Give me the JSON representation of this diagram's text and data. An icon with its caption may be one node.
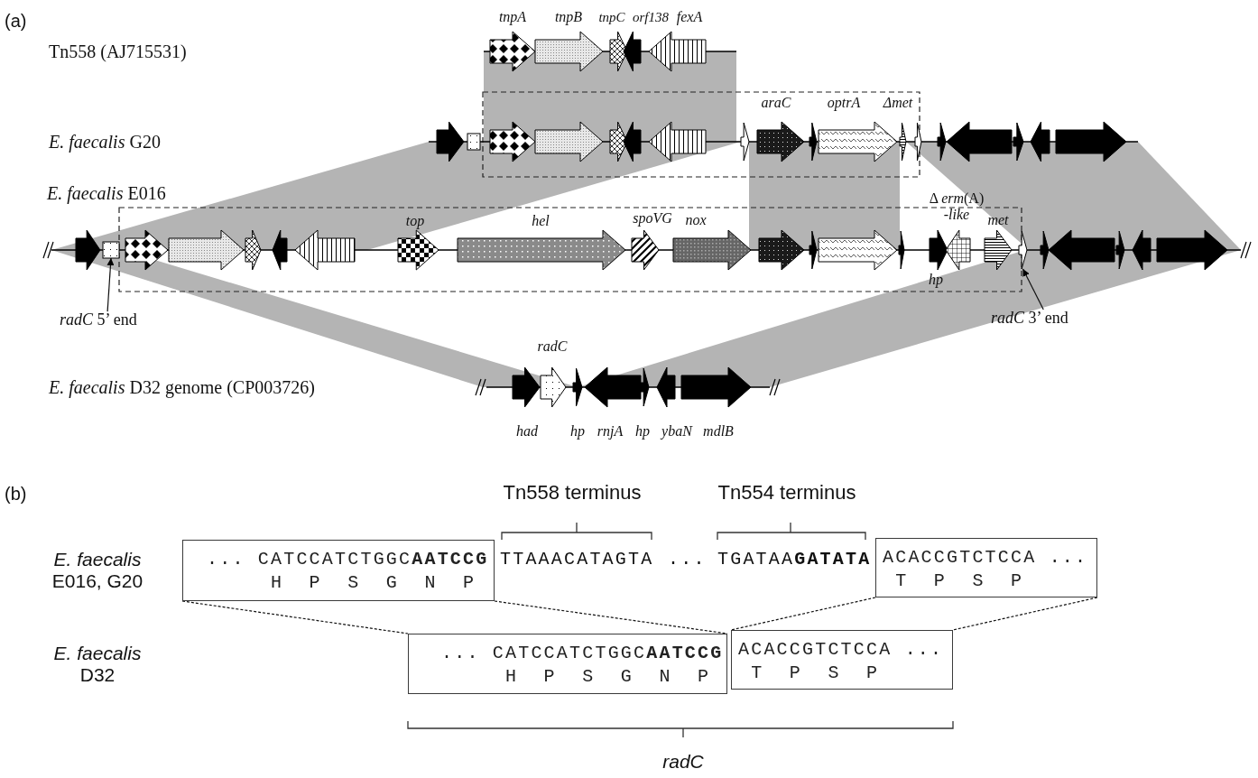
{
  "diagram": {
    "nodes": [
      {
        "text": [],
        "shape": "box"
      },
      {
        "text": [],
        "shape": "arrow"
      },
      {
        "text": [
          "*radC* 5’ end"
        ]
      },
      {
        "text": [
          "*radC* 3’ end"
        ]
      },
      {
        "text": [
          "... CATCCATCTGGC**AATCCG**",
          "H P S G N P"
        ]
      },
      {
        "text": [
          "ACACCGTCTCCA ...",
          "T P S P"
        ]
      },
      {
        "text": [
          "... CATCCATCTGGC**AATCCG**",
          "H P S G N P"
        ]
      },
      {
        "text": [
          "ACACCGTCTCCA ...",
          "T P S P"
        ]
      }
    ],
    "edges": [
      {
        "from": 2,
        "to": 0,
        "arrow": "to"
      },
      {
        "from": 3,
        "to": 1,
        "arrow": "to"
      },
      {
        "from": 4,
        "to": 6,
        "arrow": "none",
        "style": "dashed"
      },
      {
        "from": 4,
        "to": 6,
        "arrow": "none",
        "style": "dashed"
      },
      {
        "from": 5,
        "to": 7,
        "arrow": "none",
        "style": "dashed"
      },
      {
        "from": 5,
        "to": 7,
        "arrow": "none",
        "style": "dashed"
      }
    ],
    "labels": [
      "(a)",
      "tnpA",
      "tnpB",
      "tnpC",
      "orf138",
      "fexA",
      "Tn558 (AJ715531)",
      "araC",
      "optrA",
      "Δmet",
      "*E. faecalis* G20",
      "*E. faecalis* E016",
      "Δ *erm*(A) *-like*",
      "top",
      "hel",
      "spoVG",
      "nox",
      "met",
      "hp",
      "radC",
      "*E. faecalis* D32 genome (CP003726)",
      "had",
      "hp",
      "rnjA",
      "hp",
      "ybaN",
      "mdlB",
      "(b)",
      "Tn558 terminus",
      "Tn554 terminus",
      "*E. faecalis* E016, G20",
      "TTAAACATAGTA",
      "...",
      "TGATAA**GATATA**",
      "*E. faecalis* D32",
      "radC"
    ]
  }
}
